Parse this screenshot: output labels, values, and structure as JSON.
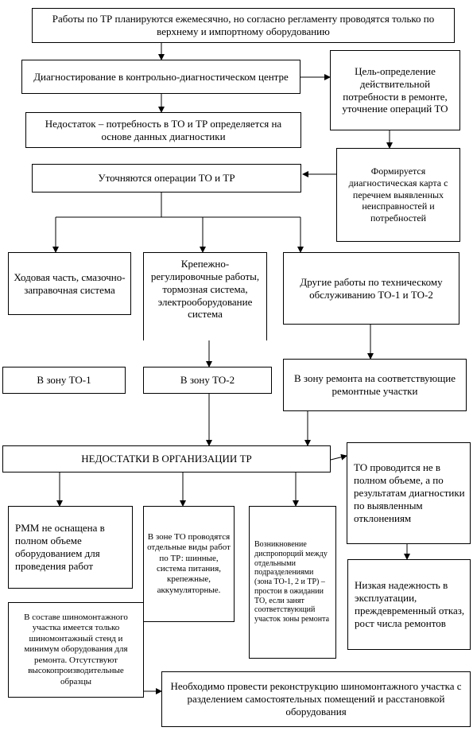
{
  "nodes": {
    "top": "Работы по ТР планируются ежемесячно, но согласно регламенту проводятся только по верхнему и импортному оборудованию",
    "diag": "Диагностирование в контрольно-диагностическом центре",
    "goal": "Цель-определение действительной потребности в ремонте, уточнение операций ТО",
    "lack1": "Недостаток – потребность в ТО и ТР определяется на основе данных диагностики",
    "card": "Формируется диагностическая карта с перечнем выявленных неисправностей и потребностей",
    "refine": "Уточняются  операции ТО и ТР",
    "chassis": "Ходовая часть, смазочно-заправочная система",
    "fasten": "Крепежно-регулировочные работы, тормозная система, электрооборудование  система",
    "other": "Другие работы по техническому обслуживанию ТО-1 и ТО-2",
    "zone1": "В зону ТО-1",
    "zone2": "В зону ТО-2",
    "zonerep": "В зону ремонта на соответствующие ремонтные участки",
    "flaws": "НЕДОСТАТКИ В ОРГАНИЗАЦИИ ТР",
    "partial": "ТО проводится не в полном объеме, а по результатам диагностики по выявленным отклонениям",
    "rmm": "РММ  не оснащена в полном объеме оборудованием для проведения работ",
    "zoneto": "В зоне ТО проводятся отдельные виды работ по ТР: шинные, система питания, крепежные, аккумуляторные.",
    "dispro": "Возникновение диспропорций между отдельными подразделениями (зона ТО-1, 2 и ТР) – простои в ожидании ТО, если занят соответствующий участок зоны ремонта",
    "reliab": "Низкая надежность в эксплуатации, преждевременный отказ, рост  числа ремонтов",
    "tire": "В составе шиномонтажного участка имеется только шиномонтажный стенд и минимум оборудования для ремонта. Отсутствуют высокопроизводительные образцы",
    "recon": "Необходимо провести реконструкцию шиномонтажного участка  с разделением самостоятельных помещений и расстановкой оборудования"
  }
}
